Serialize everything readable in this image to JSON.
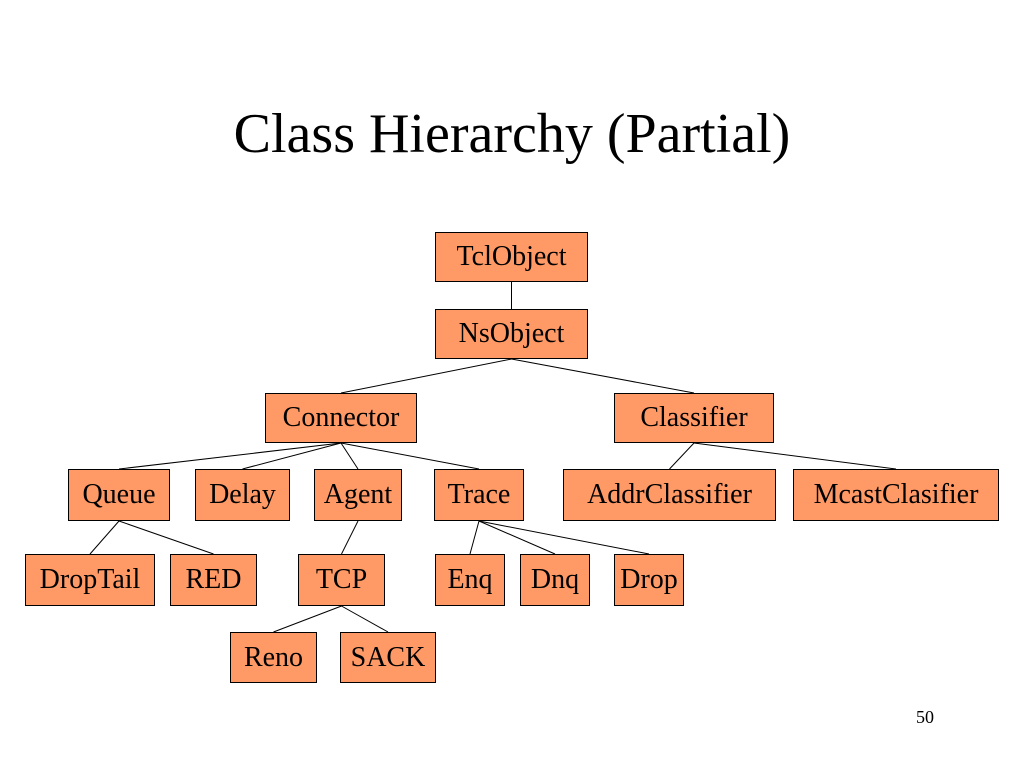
{
  "title": "Class Hierarchy (Partial)",
  "page_number": "50",
  "colors": {
    "node_fill": "#FF9966",
    "node_border": "#000000",
    "edge": "#000000",
    "background": "#FFFFFF"
  },
  "nodes": [
    {
      "id": "tclobject",
      "label": "TclObject"
    },
    {
      "id": "nsobject",
      "label": "NsObject"
    },
    {
      "id": "connector",
      "label": "Connector"
    },
    {
      "id": "classifier",
      "label": "Classifier"
    },
    {
      "id": "queue",
      "label": "Queue"
    },
    {
      "id": "delay",
      "label": "Delay"
    },
    {
      "id": "agent",
      "label": "Agent"
    },
    {
      "id": "trace",
      "label": "Trace"
    },
    {
      "id": "addrclassifier",
      "label": "AddrClassifier"
    },
    {
      "id": "mcastclasifier",
      "label": "McastClasifier"
    },
    {
      "id": "droptail",
      "label": "DropTail"
    },
    {
      "id": "red",
      "label": "RED"
    },
    {
      "id": "tcp",
      "label": "TCP"
    },
    {
      "id": "enq",
      "label": "Enq"
    },
    {
      "id": "dnq",
      "label": "Dnq"
    },
    {
      "id": "drop",
      "label": "Drop"
    },
    {
      "id": "reno",
      "label": "Reno"
    },
    {
      "id": "sack",
      "label": "SACK"
    }
  ],
  "edges": [
    {
      "from": "tclobject",
      "to": "nsobject"
    },
    {
      "from": "nsobject",
      "to": "connector"
    },
    {
      "from": "nsobject",
      "to": "classifier"
    },
    {
      "from": "connector",
      "to": "queue"
    },
    {
      "from": "connector",
      "to": "delay"
    },
    {
      "from": "connector",
      "to": "agent"
    },
    {
      "from": "connector",
      "to": "trace"
    },
    {
      "from": "classifier",
      "to": "addrclassifier"
    },
    {
      "from": "classifier",
      "to": "mcastclasifier"
    },
    {
      "from": "queue",
      "to": "droptail"
    },
    {
      "from": "queue",
      "to": "red"
    },
    {
      "from": "agent",
      "to": "tcp"
    },
    {
      "from": "trace",
      "to": "enq"
    },
    {
      "from": "trace",
      "to": "dnq"
    },
    {
      "from": "trace",
      "to": "drop"
    },
    {
      "from": "tcp",
      "to": "reno"
    },
    {
      "from": "tcp",
      "to": "sack"
    }
  ]
}
